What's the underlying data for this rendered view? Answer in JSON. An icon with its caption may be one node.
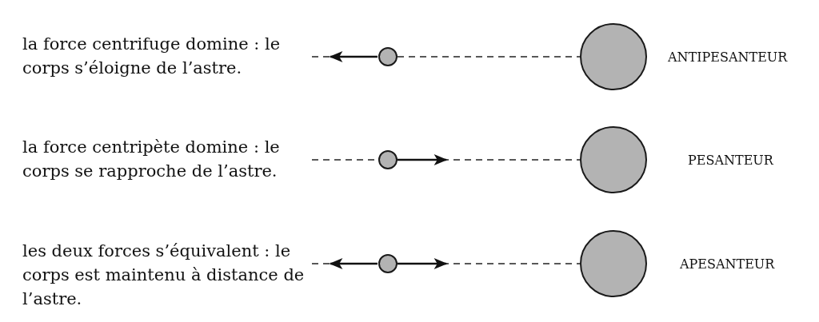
{
  "diagram": {
    "nodes": [
      {
        "text": [],
        "shape": "circle"
      },
      {
        "text": [],
        "shape": "circle"
      },
      {
        "text": [],
        "shape": "circle"
      },
      {
        "text": [],
        "shape": "circle"
      },
      {
        "text": [],
        "shape": "circle"
      },
      {
        "text": [],
        "shape": "circle"
      }
    ],
    "edges": [
      {
        "from": 0,
        "to": 1,
        "arrow": "none",
        "style": "dashed"
      },
      {
        "from": 2,
        "to": 3,
        "arrow": "none",
        "style": "dashed"
      },
      {
        "from": 4,
        "to": 5,
        "arrow": "none",
        "style": "dashed"
      }
    ],
    "labels": [
      "la force centrifuge domine : le corps s’éloigne de l’astre.",
      "ANTIPESANTEUR",
      "la force centripète domine : le corps se rapproche de l’astre.",
      "PESANTEUR",
      "les deux forces s’équivalent : le corps est maintenu à distance de l’astre.",
      "APESANTEUR"
    ]
  }
}
